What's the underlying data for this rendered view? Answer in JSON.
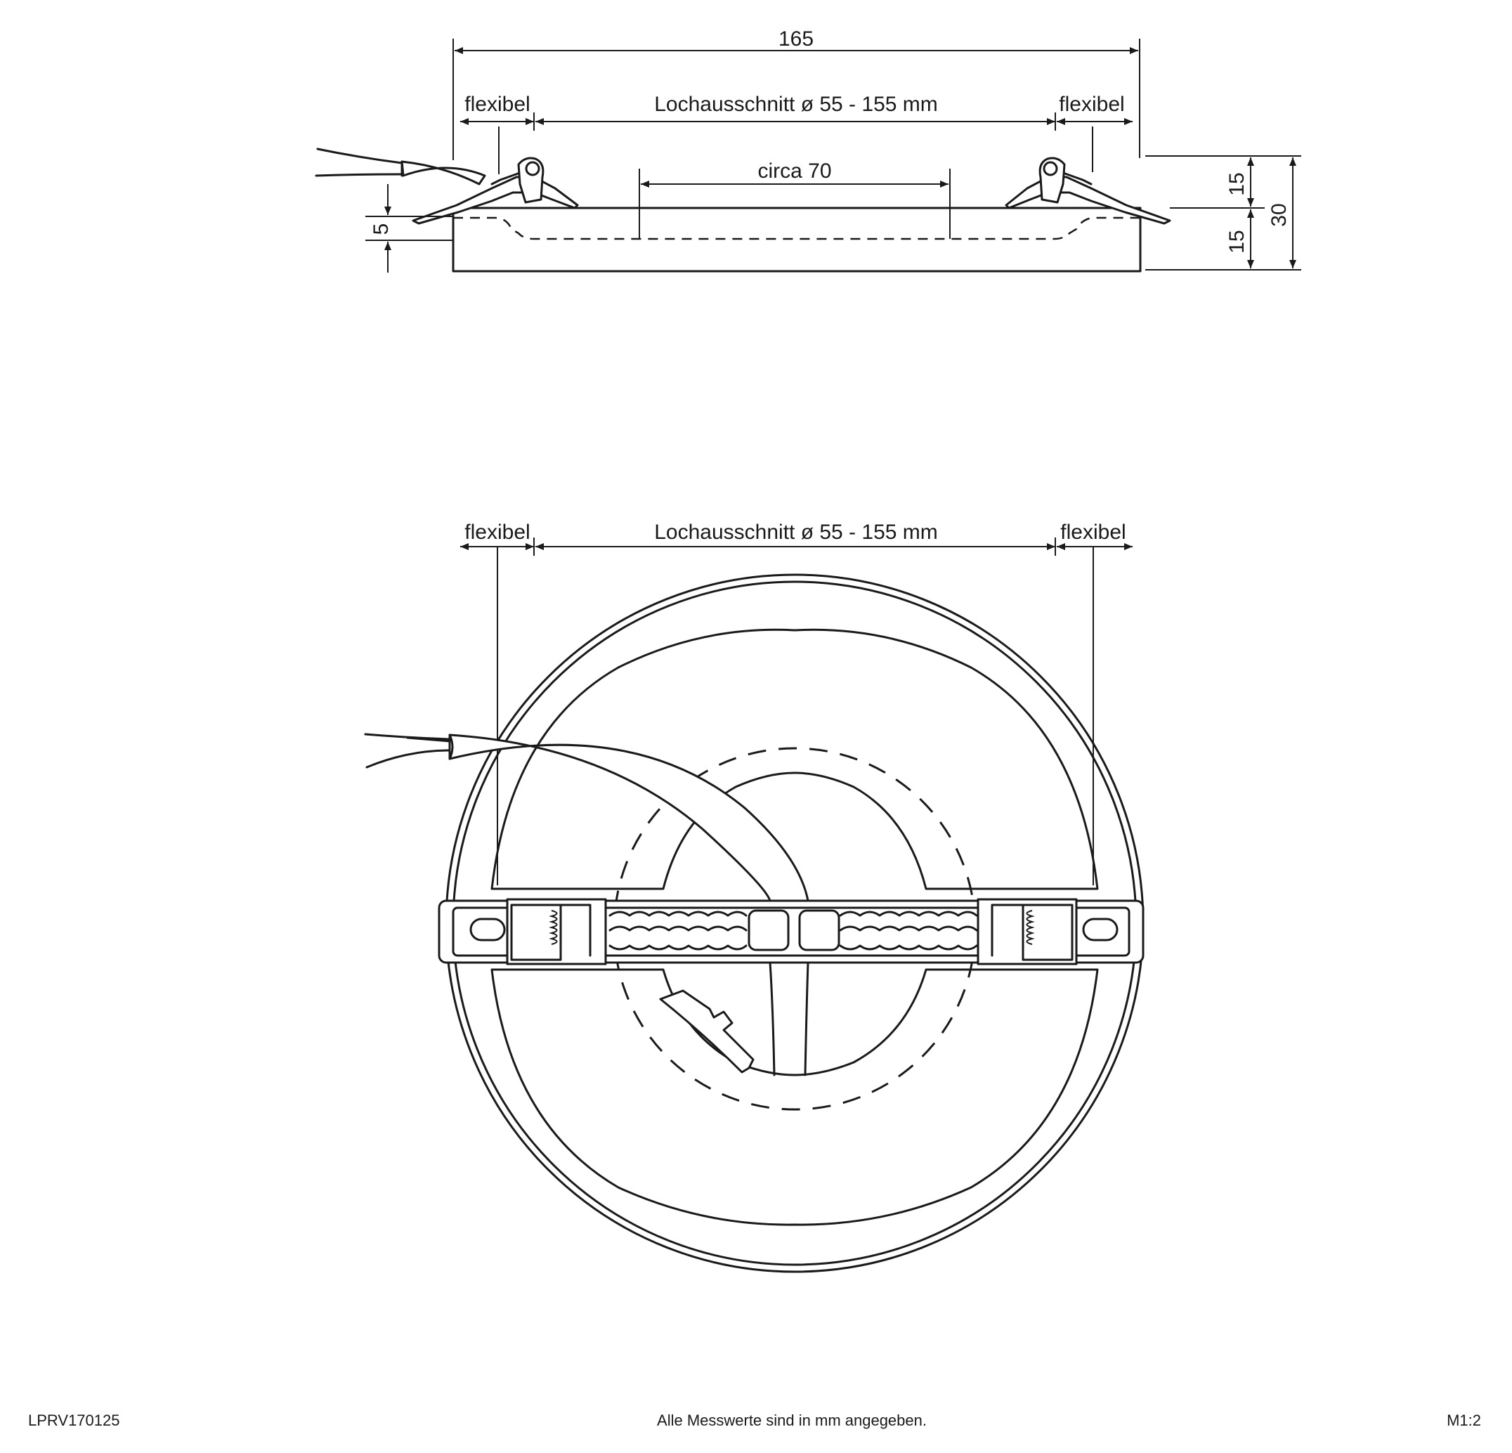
{
  "side_view": {
    "overall_width": "165",
    "flex_left": "flexibel",
    "cutout": "Lochausschnitt ø 55 - 155 mm",
    "flex_right": "flexibel",
    "circa": "circa 70",
    "thickness_left": "5",
    "height_top": "15",
    "height_bottom": "15",
    "height_total": "30"
  },
  "top_view": {
    "flex_left": "flexibel",
    "cutout": "Lochausschnitt ø 55 - 155 mm",
    "flex_right": "flexibel"
  },
  "footer": {
    "article": "LPRV170125",
    "note": "Alle Messwerte sind in mm angegeben.",
    "scale": "M1:2"
  }
}
